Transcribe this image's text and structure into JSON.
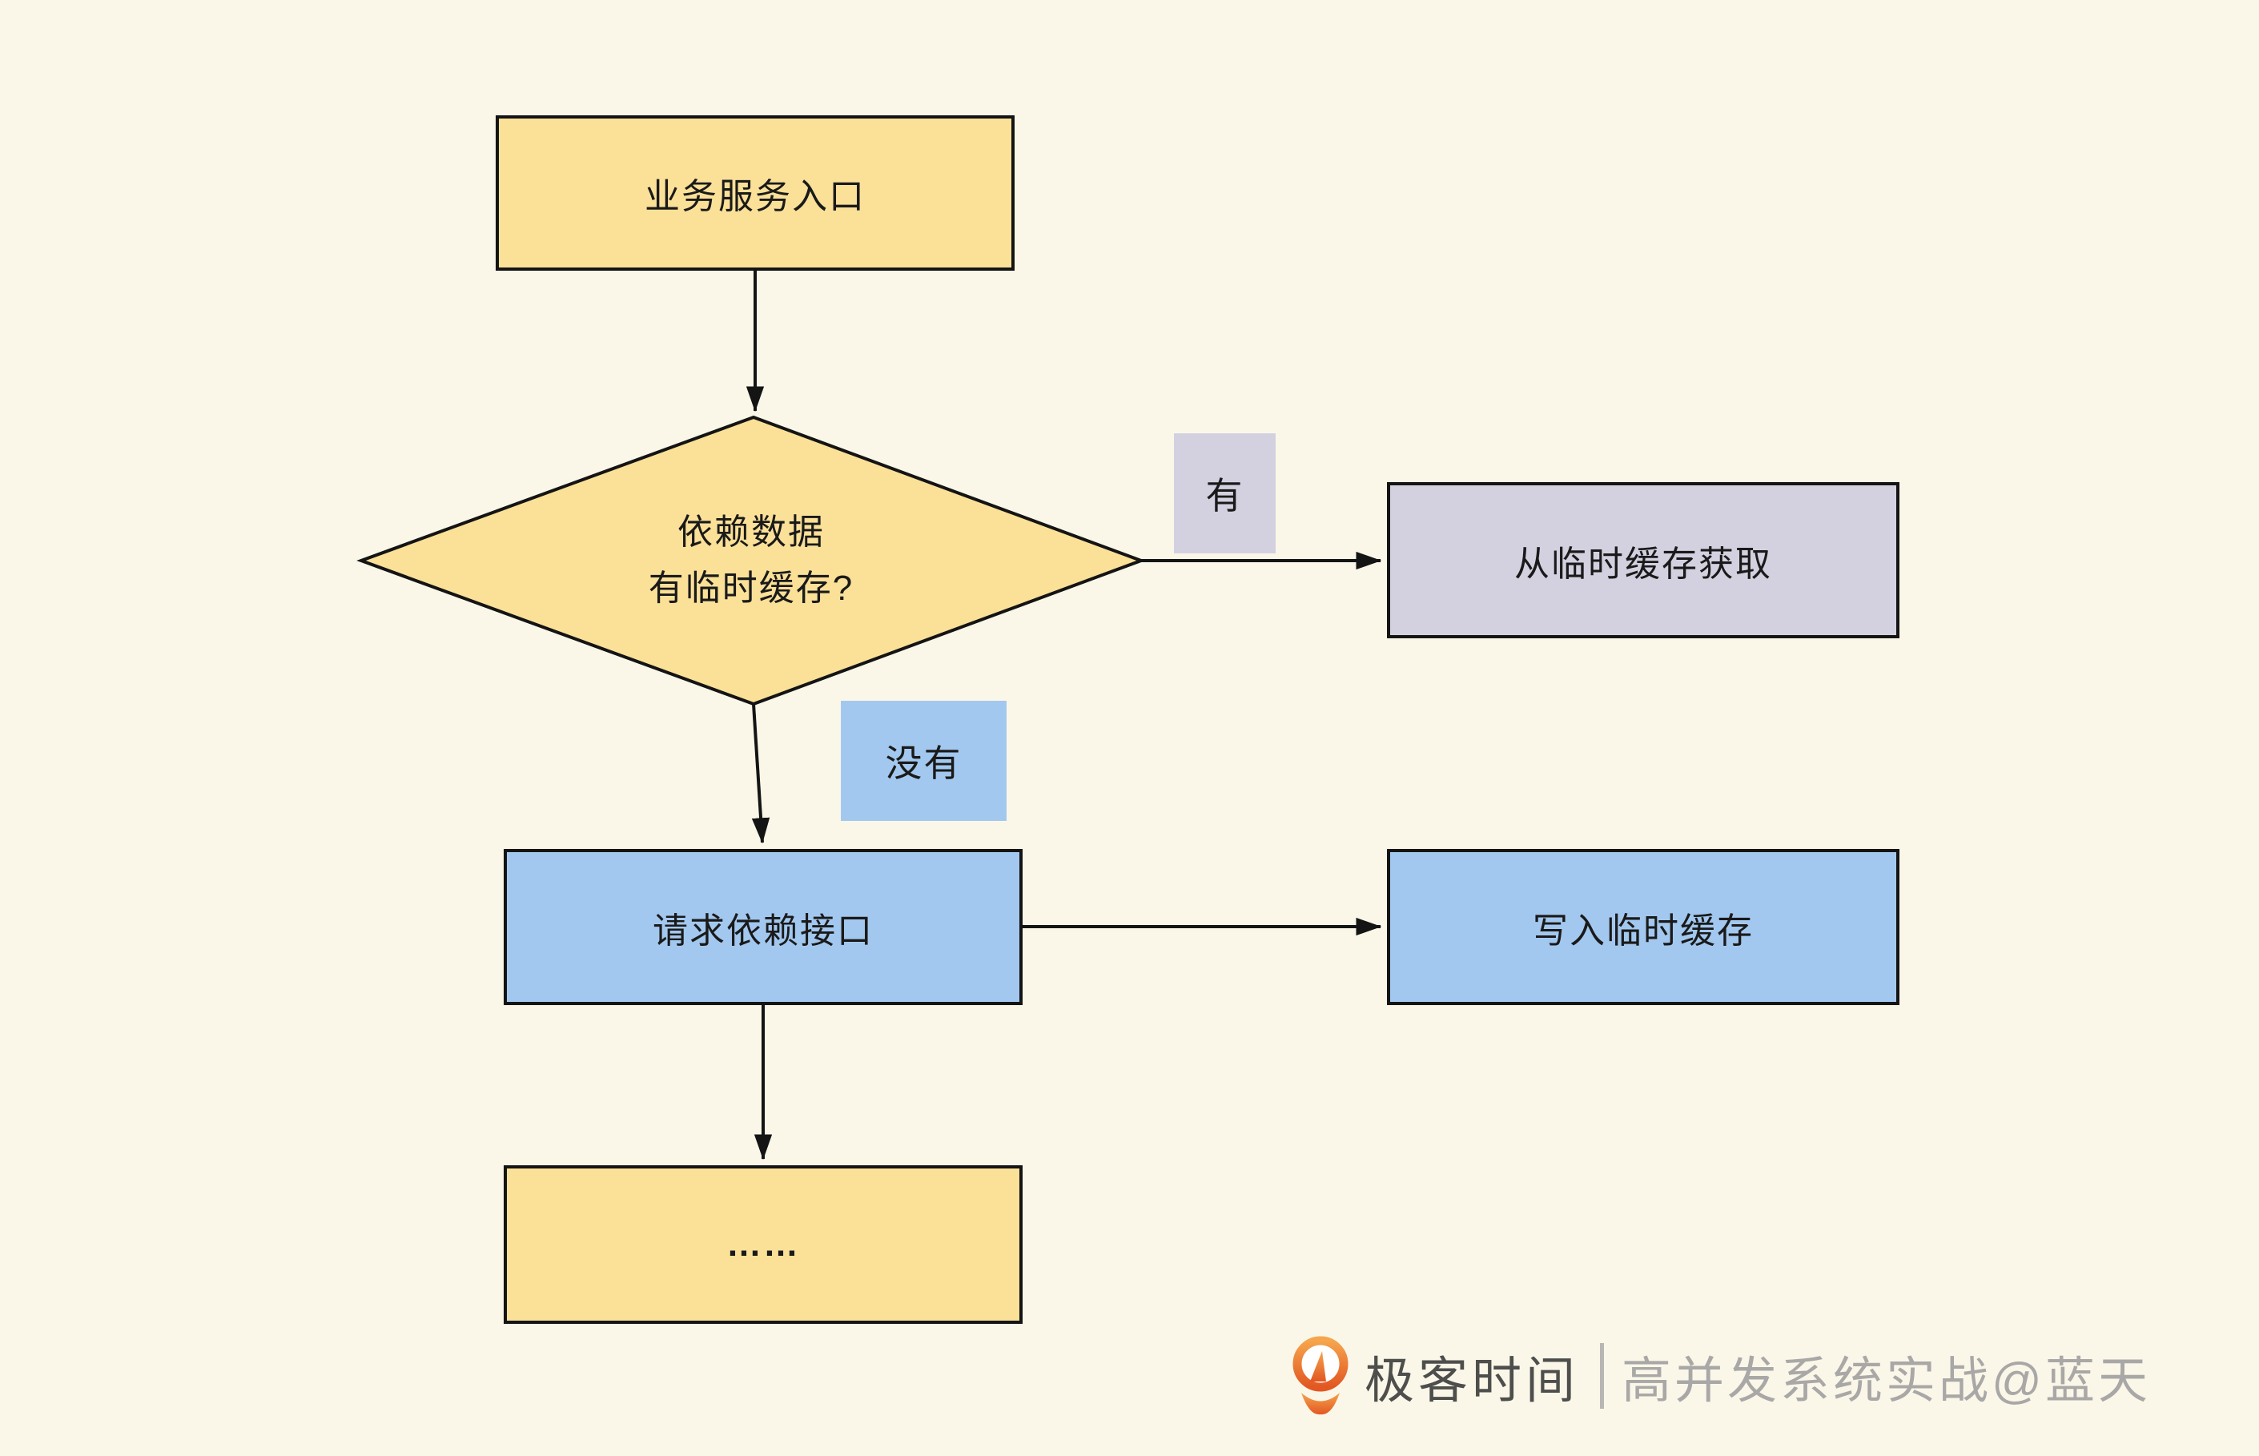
{
  "page": {
    "background": "#FAF7E9"
  },
  "palette": {
    "node_yellow": "#FBE098",
    "node_blue": "#A3C8EF",
    "node_lavender": "#D3D1E0",
    "border_black": "#141414"
  },
  "flowchart": {
    "entry": {
      "label": "业务服务入口"
    },
    "decision": {
      "line1": "依赖数据",
      "line2": "有临时缓存?"
    },
    "branch_yes": {
      "label": "有"
    },
    "branch_no": {
      "label": "没有"
    },
    "get_cache": {
      "label": "从临时缓存获取"
    },
    "request_api": {
      "label": "请求依赖接口"
    },
    "write_cache": {
      "label": "写入临时缓存"
    },
    "continuation": {
      "label": "……"
    }
  },
  "watermark": {
    "brand": "极客时间",
    "separator": "｜",
    "credit": "高并发系统实战@蓝天",
    "brand_color": "#4E4E4C",
    "credit_color": "#A9A8A6",
    "logo_orange_top": "#F6A54D",
    "logo_orange_bottom": "#E25722"
  }
}
